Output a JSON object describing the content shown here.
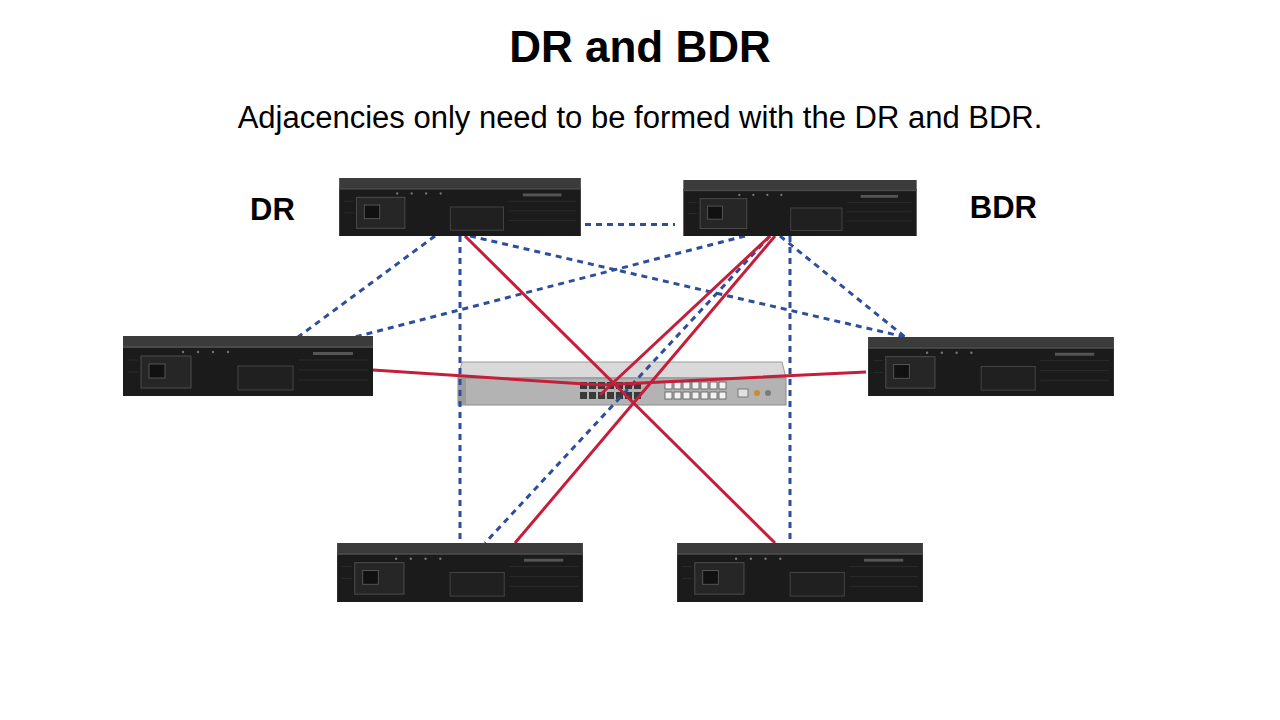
{
  "diagram": {
    "title": "DR and BDR",
    "nodes": [
      {
        "text": [
          "DR"
        ]
      },
      {
        "text": [
          "BDR"
        ]
      }
    ],
    "edges": [
      {
        "from": 0,
        "to": 1,
        "arrow": "none"
      }
    ],
    "labels": [
      "Adjacencies only need to be formed with the DR and BDR."
    ]
  }
}
